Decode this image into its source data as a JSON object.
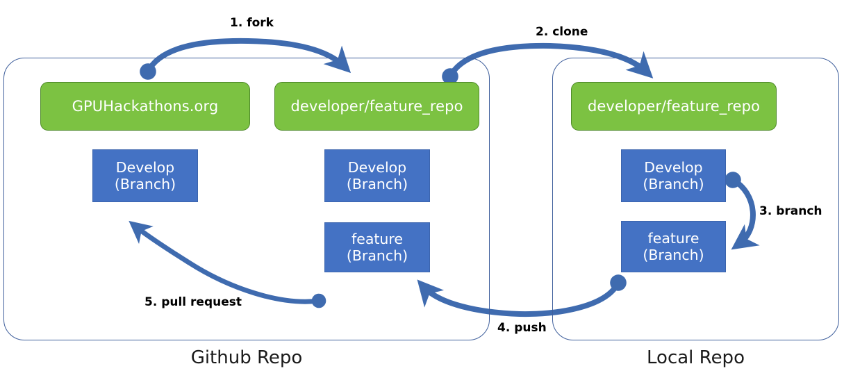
{
  "diagram": {
    "title": "Git fork / clone / branch / push / pull-request workflow",
    "colors": {
      "repo_green": "#7CC242",
      "branch_blue": "#4472C4",
      "arrow_blue": "#3F6BAF",
      "container_outline": "#3F5F9C",
      "node_text": "#FFFFFF",
      "label_text": "#000000"
    },
    "containers": [
      {
        "id": "github",
        "caption": "Github Repo"
      },
      {
        "id": "local",
        "caption": "Local Repo"
      }
    ],
    "nodes": {
      "upstream_repo": {
        "label": "GPUHackathons.org",
        "type": "repo"
      },
      "github_fork_repo": {
        "label": "developer/feature_repo",
        "type": "repo"
      },
      "local_repo": {
        "label": "developer/feature_repo",
        "type": "repo"
      },
      "upstream_develop": {
        "line1": "Develop",
        "line2": "(Branch)",
        "type": "branch"
      },
      "fork_develop": {
        "line1": "Develop",
        "line2": "(Branch)",
        "type": "branch"
      },
      "fork_feature": {
        "line1": "feature",
        "line2": "(Branch)",
        "type": "branch"
      },
      "local_develop": {
        "line1": "Develop",
        "line2": "(Branch)",
        "type": "branch"
      },
      "local_feature": {
        "line1": "feature",
        "line2": "(Branch)",
        "type": "branch"
      }
    },
    "steps": [
      {
        "n": 1,
        "label": "1. fork",
        "from": "upstream_repo",
        "to": "github_fork_repo"
      },
      {
        "n": 2,
        "label": "2. clone",
        "from": "github_fork_repo",
        "to": "local_repo"
      },
      {
        "n": 3,
        "label": "3. branch",
        "from": "local_develop",
        "to": "local_feature"
      },
      {
        "n": 4,
        "label": "4. push",
        "from": "local_feature",
        "to": "fork_feature"
      },
      {
        "n": 5,
        "label": "5. pull request",
        "from": "fork_feature",
        "to": "upstream_develop"
      }
    ]
  }
}
